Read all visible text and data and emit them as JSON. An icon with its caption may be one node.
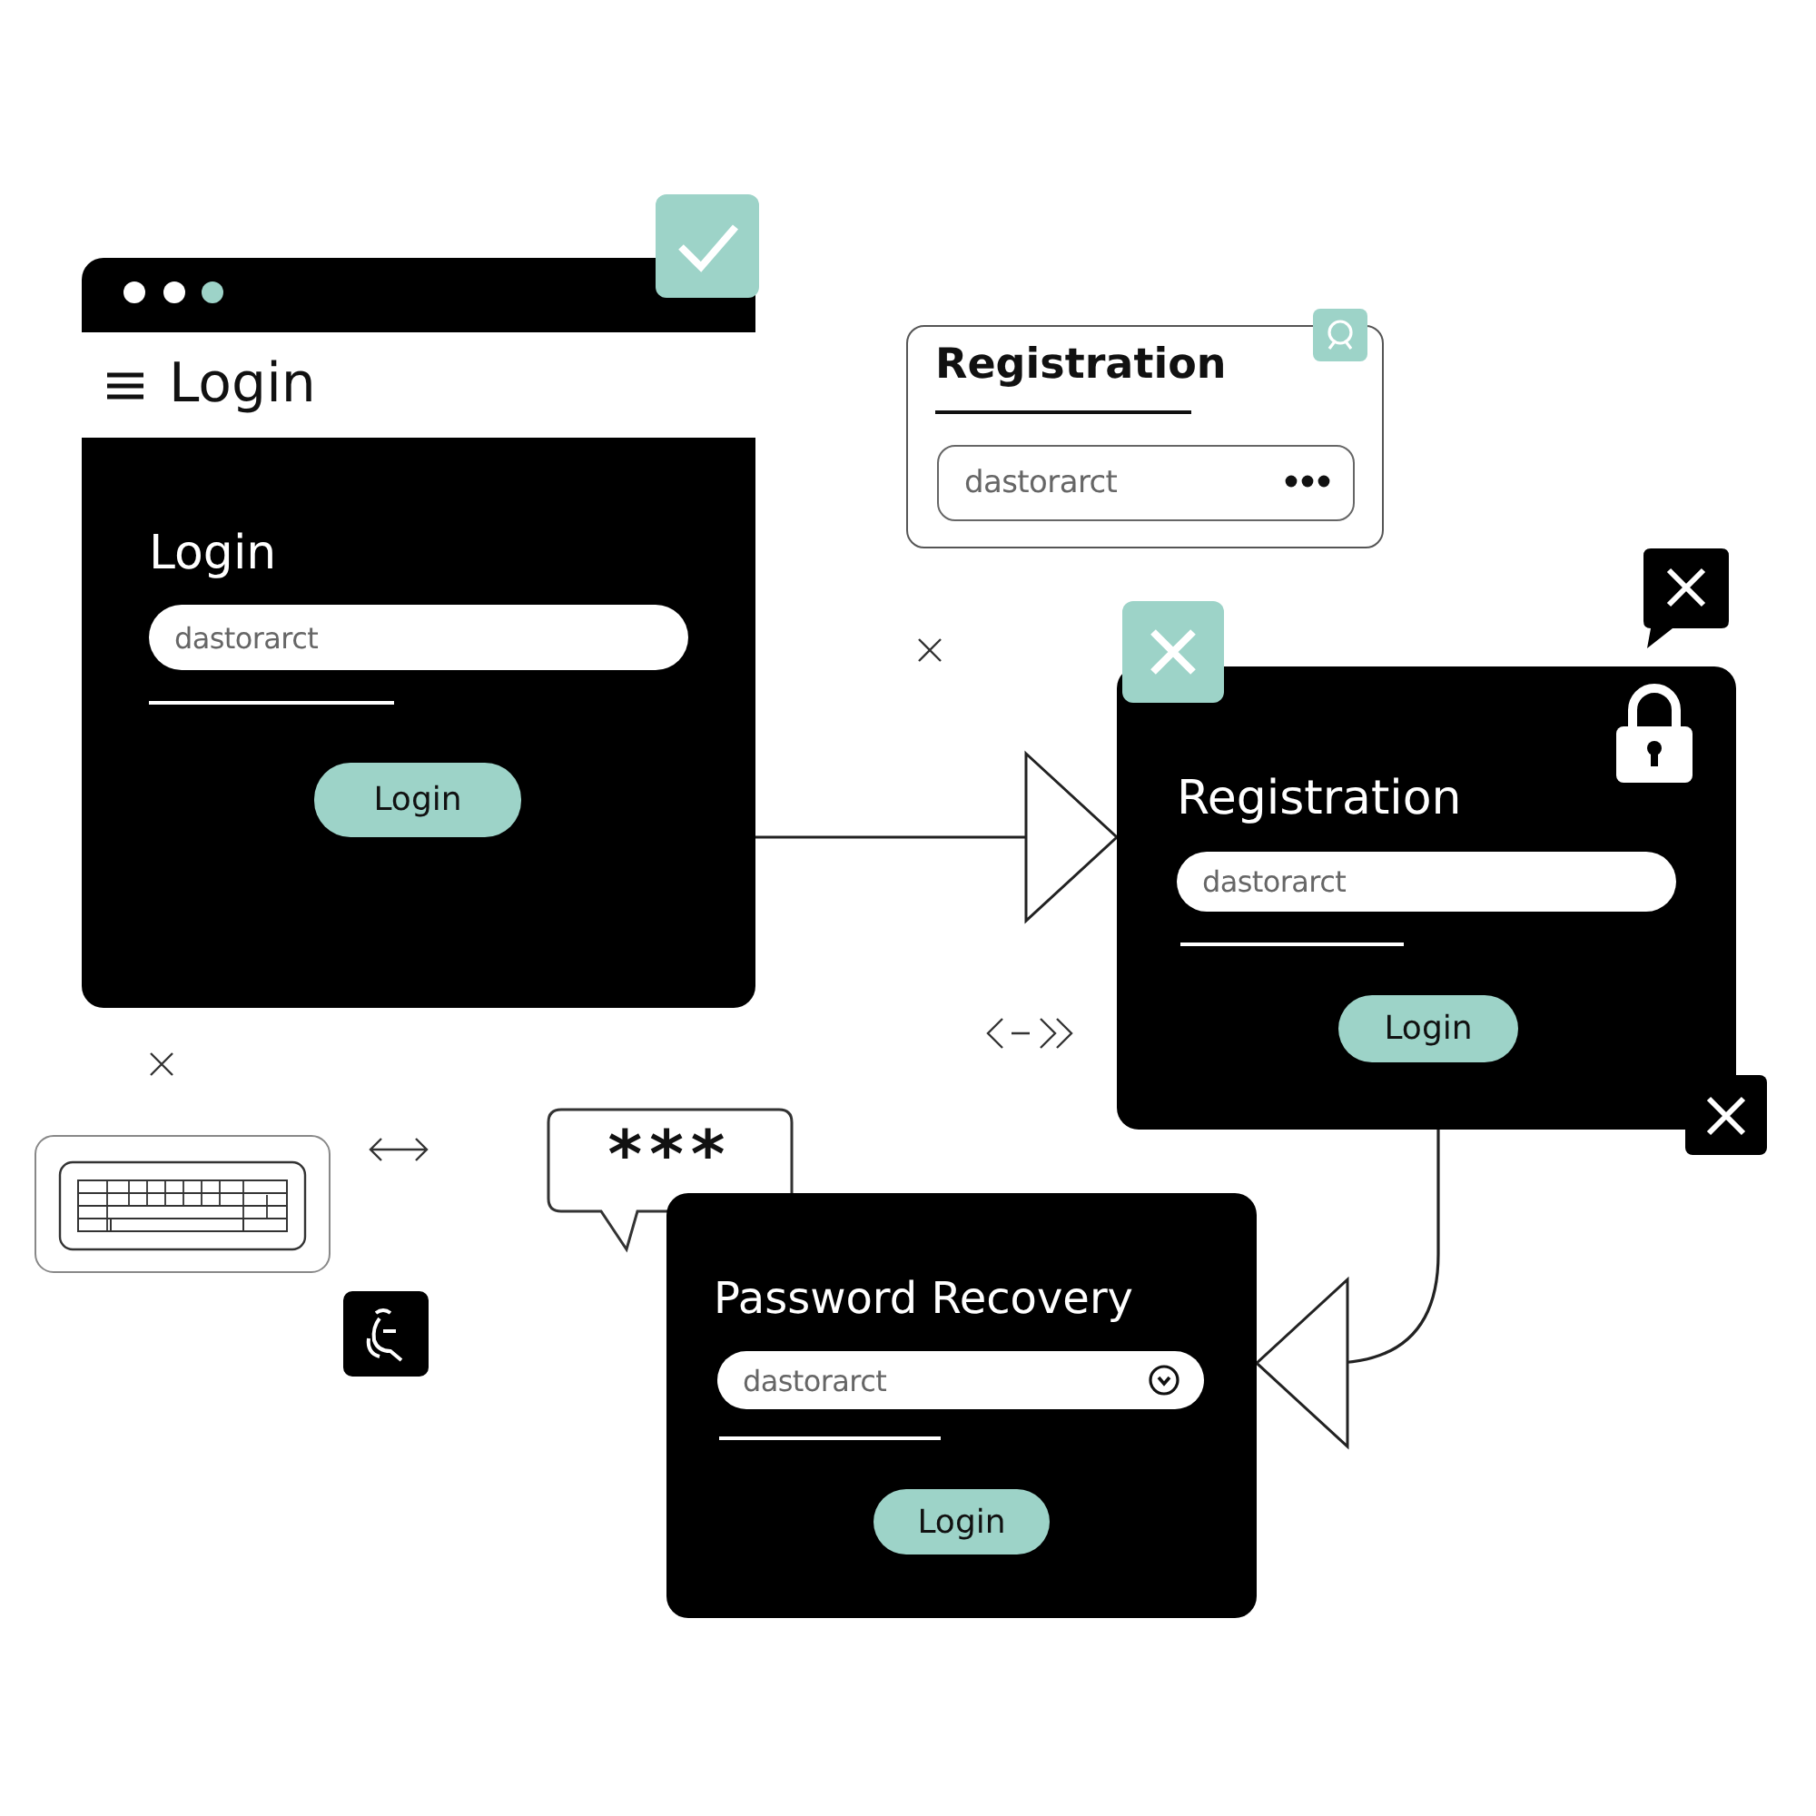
{
  "diagram": {
    "nodes": [
      {
        "text": [
          "Login",
          "Login"
        ]
      },
      {
        "text": [
          "dastorarct"
        ],
        "in": 0
      },
      {
        "text": [
          "Login"
        ],
        "in": 0
      },
      {
        "text": [
          "Registration"
        ]
      },
      {
        "text": [
          "dastorarct"
        ],
        "in": 3
      },
      {
        "text": [
          "Registration"
        ]
      },
      {
        "text": [
          "dastorarct"
        ],
        "in": 5
      },
      {
        "text": [
          "Login"
        ],
        "in": 5
      },
      {
        "text": [
          "***"
        ]
      },
      {
        "text": [
          "Password Recovery"
        ]
      },
      {
        "text": [
          "dastorarct"
        ],
        "in": 9
      },
      {
        "text": [
          "Login"
        ],
        "in": 9
      }
    ],
    "edges": [
      {
        "from": 0,
        "to": 5,
        "arrow": "to"
      },
      {
        "from": 5,
        "to": 9,
        "arrow": "to"
      }
    ]
  }
}
